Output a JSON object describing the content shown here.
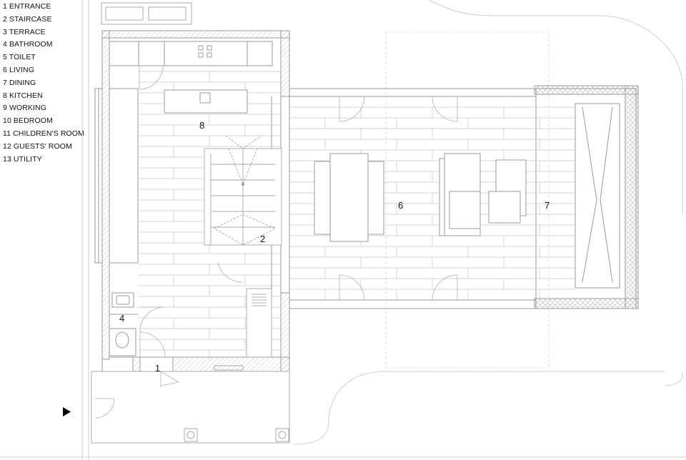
{
  "legend": {
    "items": [
      "1 ENTRANCE",
      "2 STAIRCASE",
      "3 TERRACE",
      "4 BATHROOM",
      "5 TOILET",
      "6 LIVING",
      "7 DINING",
      "8 KITCHEN",
      "9 WORKING",
      "10 BEDROOM",
      "11 CHILDREN'S ROOM",
      "12 GUESTS' ROOM",
      "13 UTILITY"
    ]
  },
  "plan_labels": {
    "entrance": "1",
    "staircase": "2",
    "bathroom": "4",
    "living": "6",
    "dining": "7",
    "kitchen": "8"
  },
  "colors": {
    "line": "#9a9a9a",
    "light_line": "#cfcfcf",
    "hatch": "#b5b5b5",
    "text": "#111111",
    "arrow": "#000000"
  },
  "icons": {
    "entry_arrow": "play-triangle-icon"
  }
}
